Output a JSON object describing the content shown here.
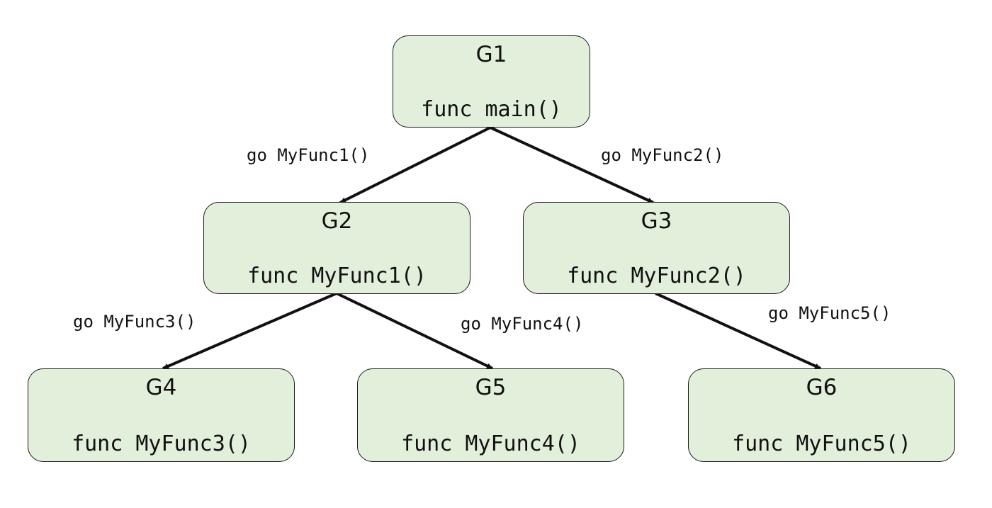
{
  "nodes": [
    {
      "id": "G1",
      "func": "func main()"
    },
    {
      "id": "G2",
      "func": "func MyFunc1()"
    },
    {
      "id": "G3",
      "func": "func MyFunc2()"
    },
    {
      "id": "G4",
      "func": "func MyFunc3()"
    },
    {
      "id": "G5",
      "func": "func MyFunc4()"
    },
    {
      "id": "G6",
      "func": "func MyFunc5()"
    }
  ],
  "edges": [
    {
      "from": "G1",
      "to": "G2",
      "label": "go MyFunc1()"
    },
    {
      "from": "G1",
      "to": "G3",
      "label": "go MyFunc2()"
    },
    {
      "from": "G2",
      "to": "G4",
      "label": "go MyFunc3()"
    },
    {
      "from": "G2",
      "to": "G5",
      "label": "go MyFunc4()"
    },
    {
      "from": "G3",
      "to": "G6",
      "label": "go MyFunc5()"
    }
  ],
  "colors": {
    "node_fill": "#e2efda",
    "node_border": "#1a1a1a",
    "edge": "#111111"
  }
}
